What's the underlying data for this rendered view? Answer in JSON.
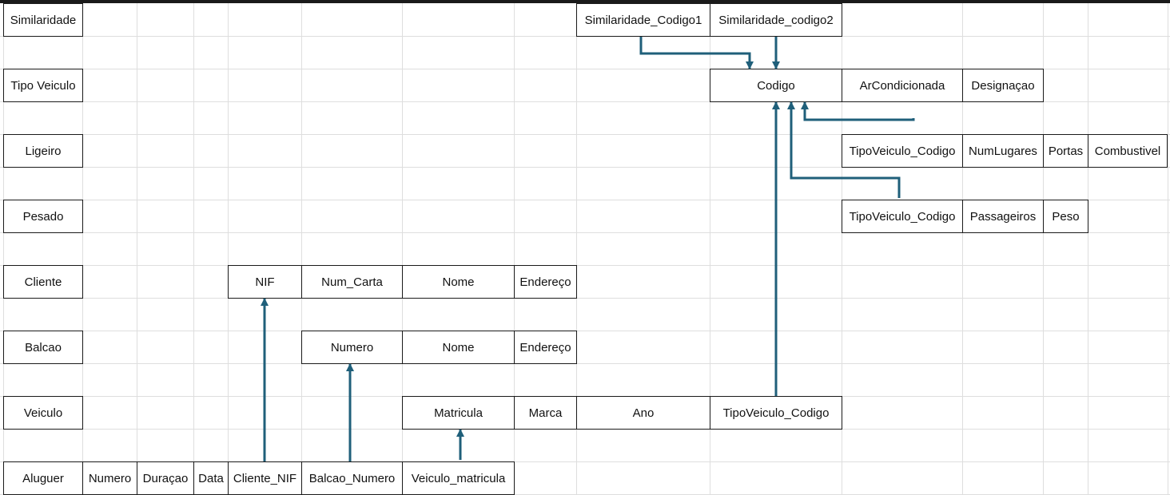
{
  "colors": {
    "arrow": "#1f5f7a",
    "grid": "#dedede",
    "border": "#1a1a1a"
  },
  "tables": [
    {
      "name": "Similaridade",
      "columns": [
        "Similaridade_Codigo1",
        "Similaridade_codigo2"
      ]
    },
    {
      "name": "Tipo Veiculo",
      "columns": [
        "Codigo",
        "ArCondicionada",
        "Designaçao"
      ]
    },
    {
      "name": "Ligeiro",
      "columns": [
        "TipoVeiculo_Codigo",
        "NumLugares",
        "Portas",
        "Combustivel"
      ]
    },
    {
      "name": "Pesado",
      "columns": [
        "TipoVeiculo_Codigo",
        "Passageiros",
        "Peso"
      ]
    },
    {
      "name": "Cliente",
      "columns": [
        "NIF",
        "Num_Carta",
        "Nome",
        "Endereço"
      ]
    },
    {
      "name": "Balcao",
      "columns": [
        "Numero",
        "Nome",
        "Endereço"
      ]
    },
    {
      "name": "Veiculo",
      "columns": [
        "Matricula",
        "Marca",
        "Ano",
        "TipoVeiculo_Codigo"
      ]
    },
    {
      "name": "Aluguer",
      "columns": [
        "Numero",
        "Duraçao",
        "Data",
        "Cliente_NIF",
        "Balcao_Numero",
        "Veiculo_matricula"
      ]
    }
  ],
  "relationships": [
    {
      "from": "Similaridade.Similaridade_Codigo1",
      "to": "Tipo Veiculo.Codigo"
    },
    {
      "from": "Similaridade.Similaridade_codigo2",
      "to": "Tipo Veiculo.Codigo"
    },
    {
      "from": "Ligeiro.TipoVeiculo_Codigo",
      "to": "Tipo Veiculo.Codigo"
    },
    {
      "from": "Pesado.TipoVeiculo_Codigo",
      "to": "Tipo Veiculo.Codigo"
    },
    {
      "from": "Veiculo.TipoVeiculo_Codigo",
      "to": "Tipo Veiculo.Codigo"
    },
    {
      "from": "Aluguer.Cliente_NIF",
      "to": "Cliente.NIF"
    },
    {
      "from": "Aluguer.Balcao_Numero",
      "to": "Balcao.Numero"
    },
    {
      "from": "Aluguer.Veiculo_matricula",
      "to": "Veiculo.Matricula"
    }
  ]
}
